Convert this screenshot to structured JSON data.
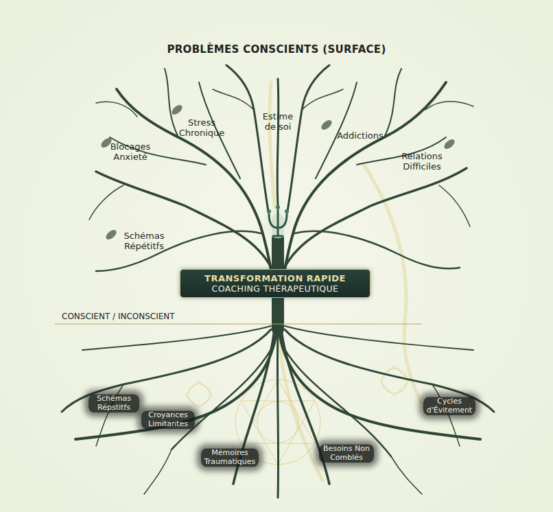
{
  "diagram": {
    "title": "PROBLÈMES CONSCIENTS (SURFACE)",
    "nodes": [
      {
        "text": [
          "TRANSFORMATION RAPIDE",
          "COACHING THÉRAPEUTIQUE"
        ]
      },
      {
        "text": [
          "Schémas Répstitfs"
        ]
      },
      {
        "text": [
          "Croyances Limitantes"
        ]
      },
      {
        "text": [
          "Mémoires Traumatiques"
        ]
      },
      {
        "text": [
          "Besoins Non Comblés"
        ]
      },
      {
        "text": [
          "Cycles d'Évitement"
        ]
      }
    ],
    "labels": [
      "Blocages Anxieté",
      "Stress Chronique",
      "Estime de soi",
      "Addictions",
      "Relations Difficiles",
      "Schémas Répétitfs",
      "CONSCIENT / INCONSCIENT"
    ]
  }
}
